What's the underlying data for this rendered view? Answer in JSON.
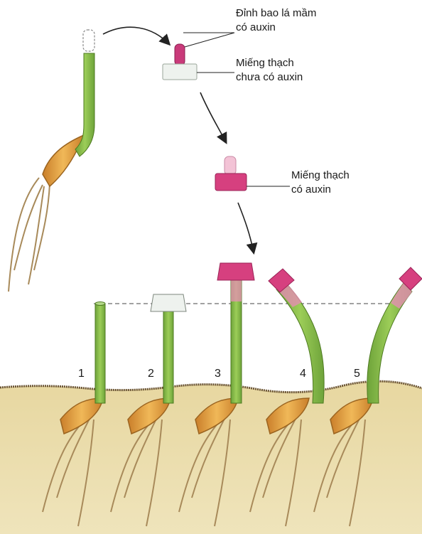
{
  "labels": {
    "tip_line1": "Đỉnh bao lá mầm",
    "tip_line2": "có auxin",
    "agar_plain_line1": "Miếng thạch",
    "agar_plain_line2": "chưa có auxin",
    "agar_auxin_line1": "Miếng thạch",
    "agar_auxin_line2": "có auxin"
  },
  "seedlings": [
    "1",
    "2",
    "3",
    "4",
    "5"
  ],
  "colors": {
    "stem": "#8cc04a",
    "stem_dark": "#5f8f2a",
    "auxin_block": "#d6407f",
    "auxin_tip": "#c93a7a",
    "plain_block": "#eef2ee",
    "soil": "#ecdfae",
    "seed": "#e0a246",
    "root": "#b59a6a"
  }
}
